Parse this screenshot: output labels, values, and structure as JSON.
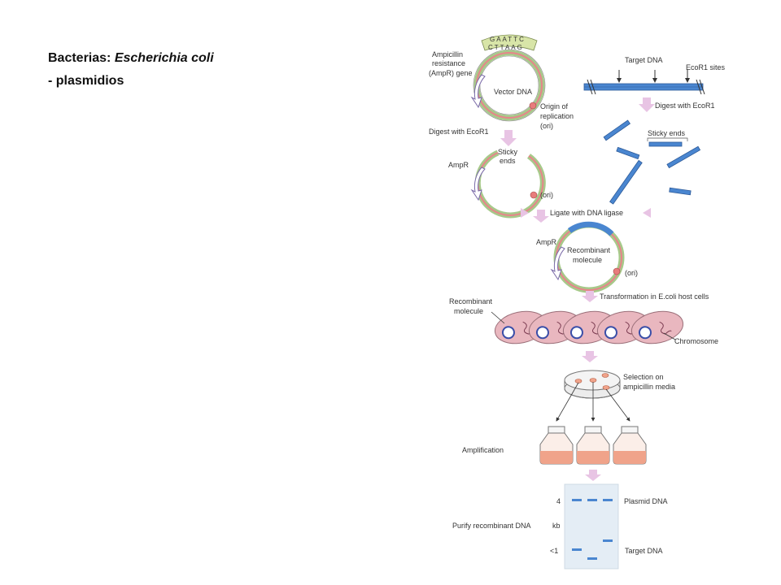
{
  "slide": {
    "heading_prefix": "Bacterias: ",
    "heading_species": "Escherichia coli",
    "bullet": "- plasmidios"
  },
  "figure": {
    "site_top": "GAATTC",
    "site_bottom": "CTTAAG",
    "ampicillin_line1": "Ampicillin",
    "ampicillin_line2": "resistance",
    "ampicillin_line3": "(AmpR) gene",
    "vector_dna": "Vector DNA",
    "origin_line1": "Origin of",
    "origin_line2": "replication",
    "origin_line3": "(ori)",
    "target_dna": "Target DNA",
    "ecor1_sites": "EcoR1 sites",
    "digest_ecor1_left": "Digest with EcoR1",
    "digest_ecor1_right": "Digest with EcoR1",
    "sticky_ends_right": "Sticky ends",
    "sticky_line1": "Sticky",
    "sticky_line2": "ends",
    "ampr_1": "AmpR",
    "ori_1": "(ori)",
    "ligate": "Ligate with DNA ligase",
    "ampr_2": "AmpR",
    "recombinant_mol_line1": "Recombinant",
    "recombinant_mol_line2": "molecule",
    "ori_2": "(ori)",
    "recombinant_left_line1": "Recombinant",
    "recombinant_left_line2": "molecule",
    "transformation": "Transformation in E.coli host cells",
    "chromosome": "Chromosome",
    "selection_line1": "Selection on",
    "selection_line2": "ampicillin media",
    "amplification": "Amplification",
    "gel_4": "4",
    "gel_kb": "kb",
    "gel_lt1": "<1",
    "plasmid_dna": "Plasmid DNA",
    "purify": "Purify recombinant DNA",
    "target_dna_gel": "Target DNA"
  },
  "colors": {
    "dna_blue": "#4a86d0",
    "plasmid_green": "#a7c98a",
    "plasmid_red": "#e7858a",
    "cell_pink": "#e9b7bf",
    "cell_outline": "#9a6e78",
    "arrow_pink": "#e8c4e4",
    "ori_red": "#e87c7c",
    "flask_orange": "#f0a38a"
  }
}
